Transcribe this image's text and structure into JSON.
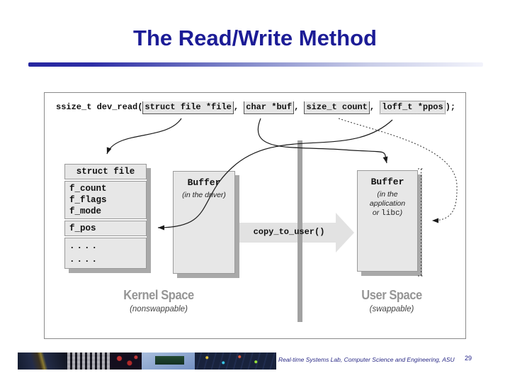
{
  "title": "The Read/Write Method",
  "colors": {
    "title": "#1c1c96",
    "accent_bar": "#2626a0",
    "box_fill": "#e7e7e7",
    "box_shadow": "#a9a9a9",
    "divider_bar": "#a2a2a2",
    "footer_text": "#2a2a86"
  },
  "signature": {
    "prefix": "ssize_t dev_read(",
    "param_file": "struct file *file",
    "sep1": ", ",
    "param_buf": "char *buf",
    "sep2": ", ",
    "param_count": "size_t count",
    "sep3": ", ",
    "param_ppos": "loff_t *ppos",
    "suffix": ");"
  },
  "struct_file": {
    "header": "struct file",
    "fields": [
      "f_count",
      "f_flags",
      "f_mode"
    ],
    "pos_field": "f_pos",
    "dots": [
      "....",
      "...."
    ]
  },
  "driver_buffer": {
    "title": "Buffer",
    "subtitle": "(in the driver)"
  },
  "user_buffer": {
    "title": "Buffer",
    "line1": "(in the",
    "line2": "application",
    "line3_pre": "or ",
    "line3_code": "libc",
    "line3_post": ")"
  },
  "copy_arrow": {
    "label": "copy_to_user()"
  },
  "kernel_space": {
    "label": "Kernel Space",
    "sublabel": "(nonswappable)"
  },
  "user_space": {
    "label": "User Space",
    "sublabel": "(swappable)"
  },
  "footer": {
    "credit": "Real-time Systems Lab, Computer Science and Engineering, ASU",
    "page_number": "29"
  }
}
